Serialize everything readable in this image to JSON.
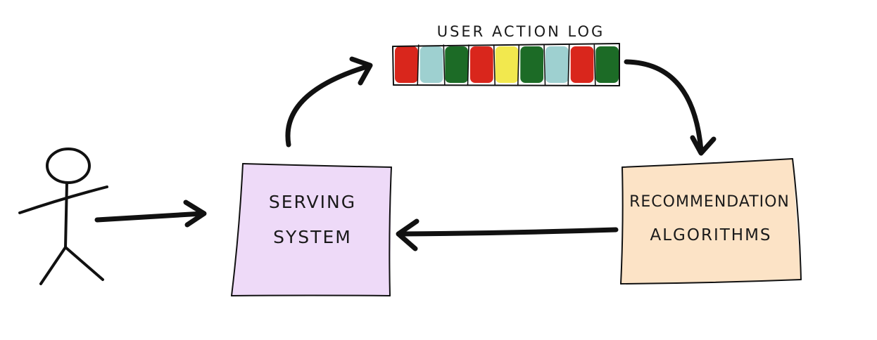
{
  "log": {
    "title": "USER ACTION LOG",
    "entries": [
      "red",
      "teal",
      "green",
      "red",
      "yellow",
      "green",
      "teal",
      "red",
      "green"
    ]
  },
  "serving_system": {
    "line1": "SERVING",
    "line2": "SYSTEM",
    "fill_color": "#EEDAF8"
  },
  "recommendation": {
    "line1": "RECOMMENDATION",
    "line2": "ALGORITHMS",
    "fill_color": "#FCE3C6"
  },
  "colors": {
    "red": "#D9261C",
    "teal": "#9ED0D0",
    "green": "#1C6B26",
    "yellow": "#F2E84E",
    "ink": "#111111"
  },
  "icons": {
    "user": "stick-figure-icon"
  }
}
